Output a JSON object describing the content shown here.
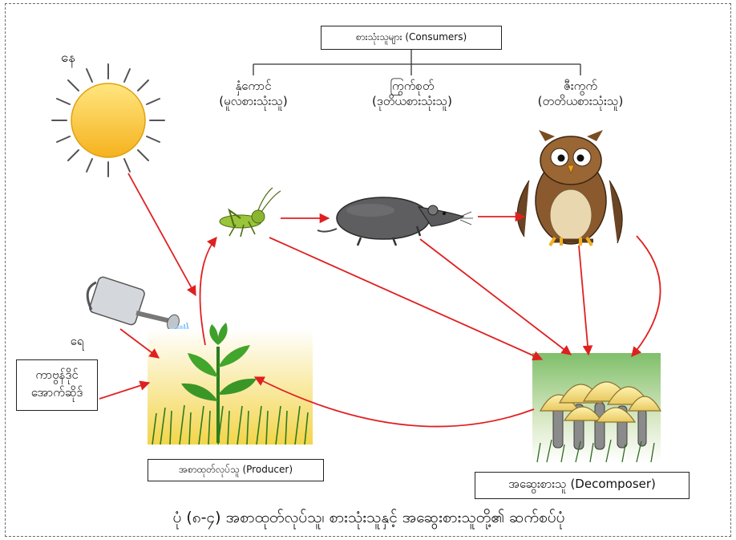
{
  "consumers_header": "စားသုံးသူများ (Consumers)",
  "sun_label": "နေ",
  "water_label": "ရေ",
  "co2_label_line1": "ကာဗွန်ဒိုင်",
  "co2_label_line2": "အောက်ဆိုဒ်",
  "primary": {
    "name": "နှံကောင်",
    "role": "(မူလစားသုံးသူ)"
  },
  "secondary": {
    "name": "ကြွက်စုတ်",
    "role": "(ဒုတိယစားသုံးသူ)"
  },
  "tertiary": {
    "name": "ဇီးကွက်",
    "role": "(တတိယစားသုံးသူ)"
  },
  "producer_label": "အစာထုတ်လုပ်သူ (Producer)",
  "decomposer_label": "အဆွေးစားသူ (Decomposer)",
  "caption": "ပုံ (၈-၄) အစာထုတ်လုပ်သူ၊ စားသုံးသူနှင့် အဆွေးစားသူတို့၏ ဆက်စပ်ပုံ",
  "arrow_color": "#e02020"
}
